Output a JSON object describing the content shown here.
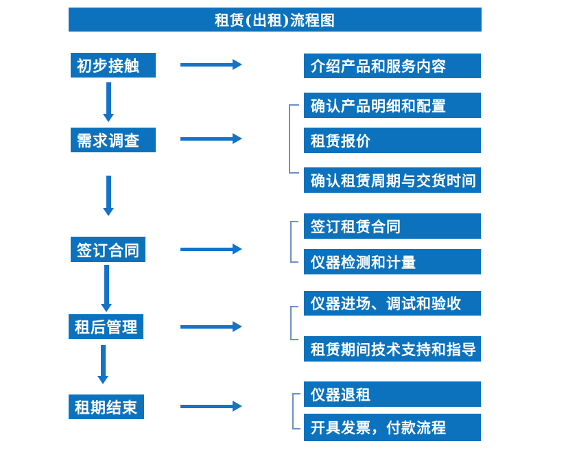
{
  "title": "租赁(出租)流程图",
  "colors": {
    "box_fill": "#0C72BE",
    "arrow": "#1472C8",
    "bracket": "#6A8FC8",
    "text": "#FFFFFF",
    "background": "#FFFFFF"
  },
  "stages": [
    {
      "label": "初步接触",
      "outputs": [
        "介绍产品和服务内容"
      ]
    },
    {
      "label": "需求调查",
      "outputs": [
        "确认产品明细和配置",
        "租赁报价",
        "确认租赁周期与交货时间"
      ]
    },
    {
      "label": "签订合同",
      "outputs": [
        "签订租赁合同",
        "仪器检测和计量"
      ]
    },
    {
      "label": "租后管理",
      "outputs": [
        "仪器进场、调试和验收",
        "租赁期间技术支持和指导"
      ]
    },
    {
      "label": "租期结束",
      "outputs": [
        "仪器退租",
        "开具发票，付款流程"
      ]
    }
  ]
}
